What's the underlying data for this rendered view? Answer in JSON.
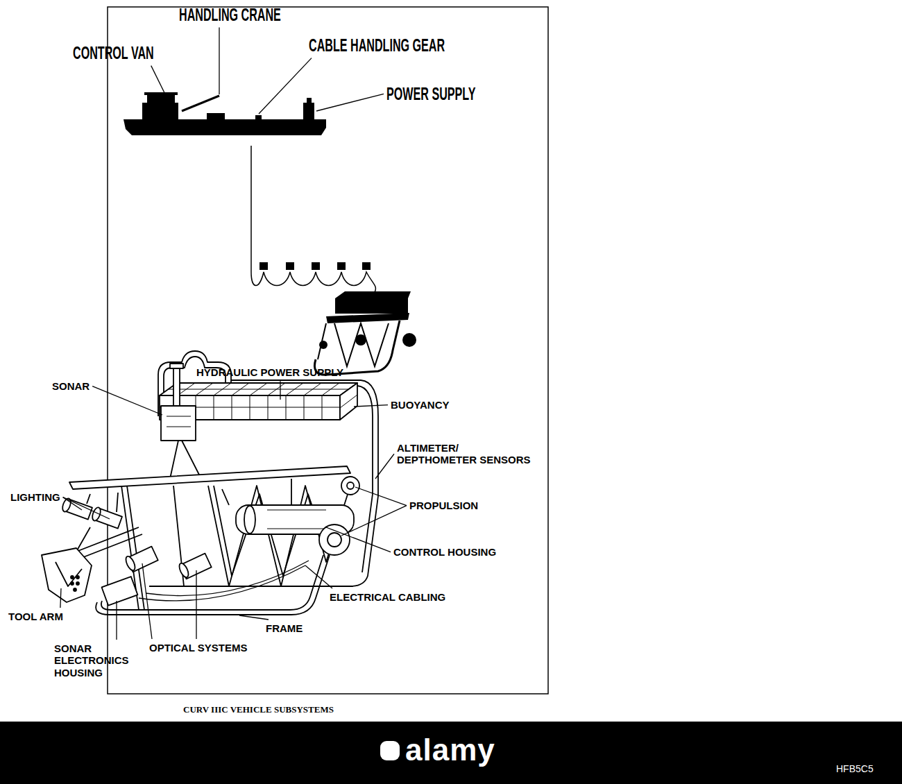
{
  "diagram": {
    "caption": "CURV IIIC VEHICLE SUBSYSTEMS",
    "labels": [
      "HANDLING CRANE",
      "CONTROL VAN",
      "CABLE HANDLING GEAR",
      "POWER SUPPLY",
      "SONAR",
      "HYDRAULIC POWER SUPPLY",
      "BUOYANCY",
      "ALTIMETER/ DEPTHOMETER SENSORS",
      "LIGHTING",
      "PROPULSION",
      "CONTROL HOUSING",
      "ELECTRICAL CABLING",
      "TOOL ARM",
      "FRAME",
      "SONAR ELECTRONICS HOUSING",
      "OPTICAL SYSTEMS",
      "alamy",
      "HFB5C5"
    ]
  }
}
